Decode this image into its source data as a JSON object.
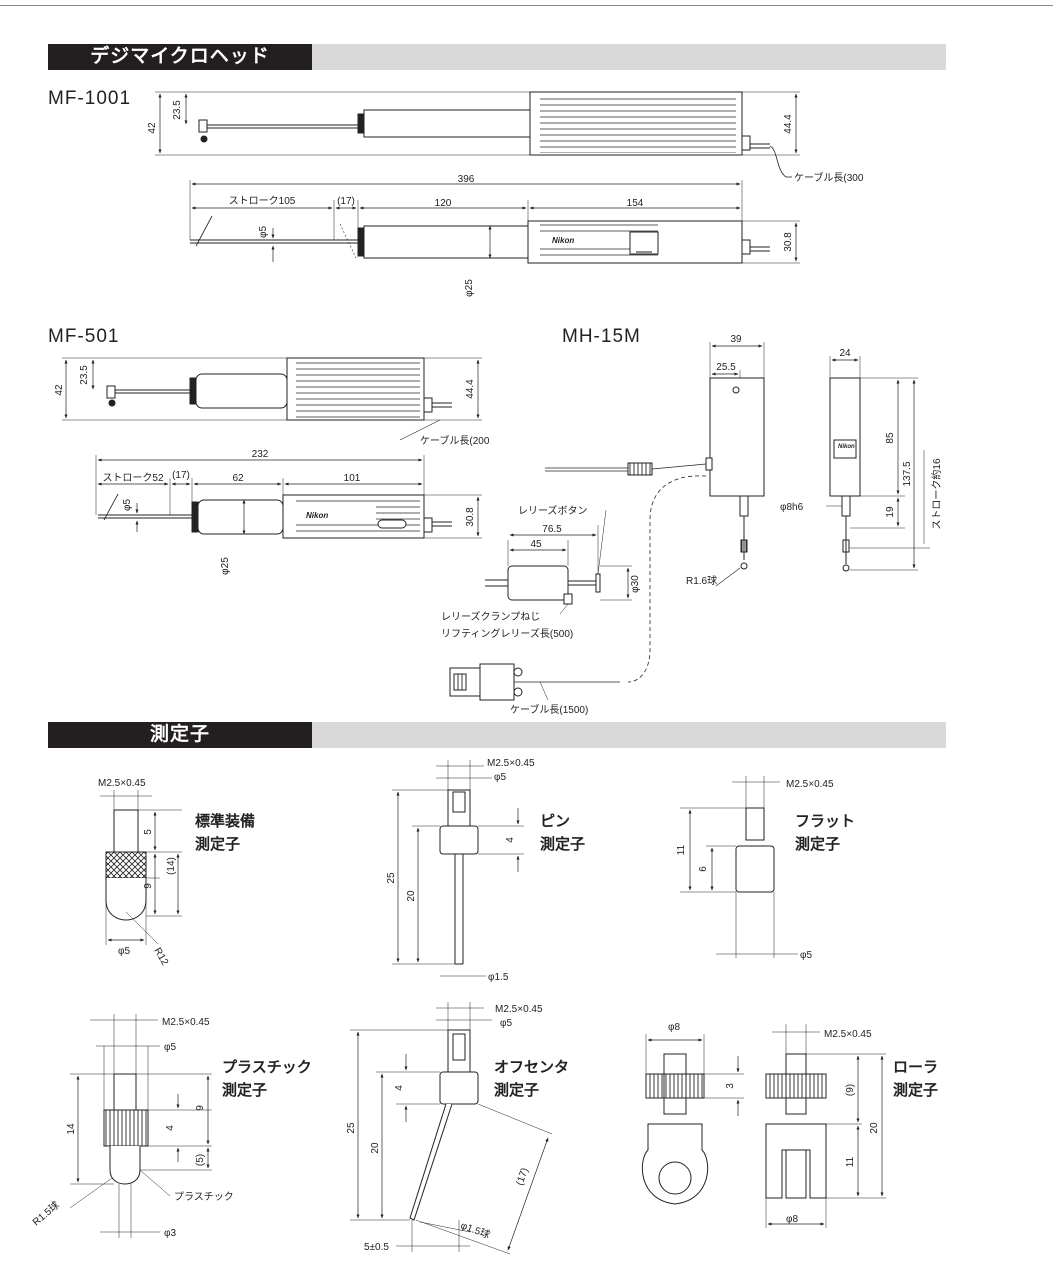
{
  "sections": {
    "heads_title": "デジマイクロヘッド",
    "probes_title": "測定子"
  },
  "models": {
    "mf1001": "MF-1001",
    "mf501": "MF-501",
    "mh15m": "MH-15M"
  },
  "brand": "Nikon",
  "mf1001": {
    "h42": "42",
    "h23_5": "23.5",
    "h44_4": "44.4",
    "cable": "ケーブル長(300",
    "total": "396",
    "stroke": "ストローク105",
    "s17": "(17)",
    "l120": "120",
    "l154": "154",
    "phi5": "φ5",
    "phi25": "φ25",
    "h30_8": "30.8"
  },
  "mf501": {
    "h42": "42",
    "h23_5": "23.5",
    "h44_4": "44.4",
    "cable": "ケーブル長(200",
    "total": "232",
    "stroke": "ストローク52",
    "s17": "(17)",
    "l62": "62",
    "l101": "101",
    "phi5": "φ5",
    "phi25": "φ25",
    "h30_8": "30.8"
  },
  "mh15m": {
    "w39": "39",
    "w25_5": "25.5",
    "w24": "24",
    "h85": "85",
    "h137_5": "137.5",
    "stroke": "ストローク約16",
    "h19": "19",
    "phi8h6": "φ8h6",
    "r16": "R1.6球",
    "release_button": "レリーズボタン",
    "r76_5": "76.5",
    "r45": "45",
    "phi30": "φ30",
    "clamp_screw": "レリーズクランプねじ",
    "lifting": "リフティングレリーズ長(500)",
    "cable": "ケーブル長(1500)"
  },
  "probes": {
    "standard": {
      "name1": "標準装備",
      "name2": "測定子",
      "thread": "M2.5×0.45",
      "d5": "5",
      "d14": "(14)",
      "d9": "9",
      "phi5": "φ5",
      "r12": "R12"
    },
    "pin": {
      "name1": "ピン",
      "name2": "測定子",
      "thread": "M2.5×0.45",
      "phi5": "φ5",
      "d4": "4",
      "d25": "25",
      "d20": "20",
      "phi1_5": "φ1.5"
    },
    "flat": {
      "name1": "フラット",
      "name2": "測定子",
      "thread": "M2.5×0.45",
      "d11": "11",
      "d6": "6",
      "phi5": "φ5"
    },
    "plastic": {
      "name1": "プラスチック",
      "name2": "測定子",
      "thread": "M2.5×0.45",
      "phi5": "φ5",
      "d14": "14",
      "d9": "9",
      "d4": "4",
      "d5": "(5)",
      "material": "プラスチック",
      "r15": "R1.5球",
      "phi3": "φ3"
    },
    "offcenter": {
      "name1": "オフセンタ",
      "name2": "測定子",
      "thread": "M2.5×0.45",
      "phi5": "φ5",
      "d4": "4",
      "d25": "25",
      "d20": "20",
      "d17": "(17)",
      "phi1_5": "φ1.5球",
      "offset": "5±0.5"
    },
    "roller": {
      "name1": "ローラ",
      "name2": "測定子",
      "thread": "M2.5×0.45",
      "phi8": "φ8",
      "d3": "3",
      "d9": "(9)",
      "d20": "20",
      "d11": "11",
      "phi8b": "φ8"
    }
  }
}
